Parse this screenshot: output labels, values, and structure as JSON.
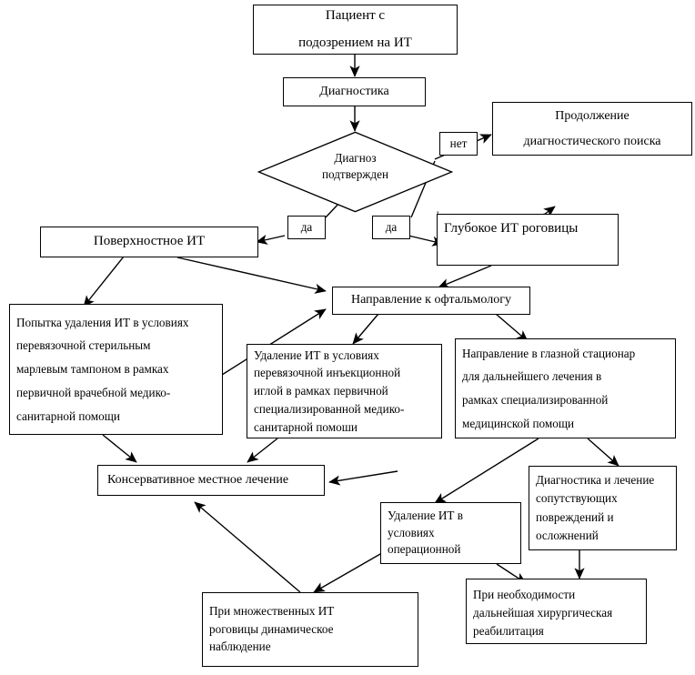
{
  "diagram": {
    "title": "Алгоритм ведения пациента с подозрением на инородное тело",
    "language": "ru",
    "stroke_color": "#000000",
    "background_color": "#ffffff",
    "nodes": {
      "patient": "Пациент с\nподозрением на ИТ",
      "diagnostics": "Диагностика",
      "decision": "Диагноз\nподтвержден",
      "continue_search": "Продолжение\nдиагностического поиска",
      "superficial": "Поверхностное          ИТ",
      "deep": "Глубокое ИТ роговицы",
      "referral_ophthalmologist": "Направление к офтальмологу",
      "attempt_removal": "Попытка удаления ИТ в условиях\nперевязочной стерильным\nмарлевым тампоном в рамках\nпервичной врачебной медико-\nсанитарной помощи",
      "removal_needle": "Удаление ИТ в условиях\nперевязочной инъекционной\nиглой в рамках первичной\nспециализированной медико-\nсанитарной помоши",
      "referral_hospital": "Направление в глазной стационар\nдля дальнейшего лечения в\nрамках специализированной\nмедицинской помощи",
      "conservative": "Консервативное местное лечение",
      "removal_operating": "Удаление     ИТ     в\nусловиях\nоперационной",
      "diag_treat_assoc": "Диагностика и лечение\nсопутствующих\nповреждений и\nосложнений",
      "rehabilitation": "При необходимости\nдальнейшая хирургическая\nреабилитация",
      "multiple_ft": "При      множественных      ИТ\nроговицы         динамическое\nнаблюдение"
    },
    "edge_labels": {
      "no": "нет",
      "yes_left": "да",
      "yes_right": "да"
    },
    "apostrophe_mark": "'"
  }
}
